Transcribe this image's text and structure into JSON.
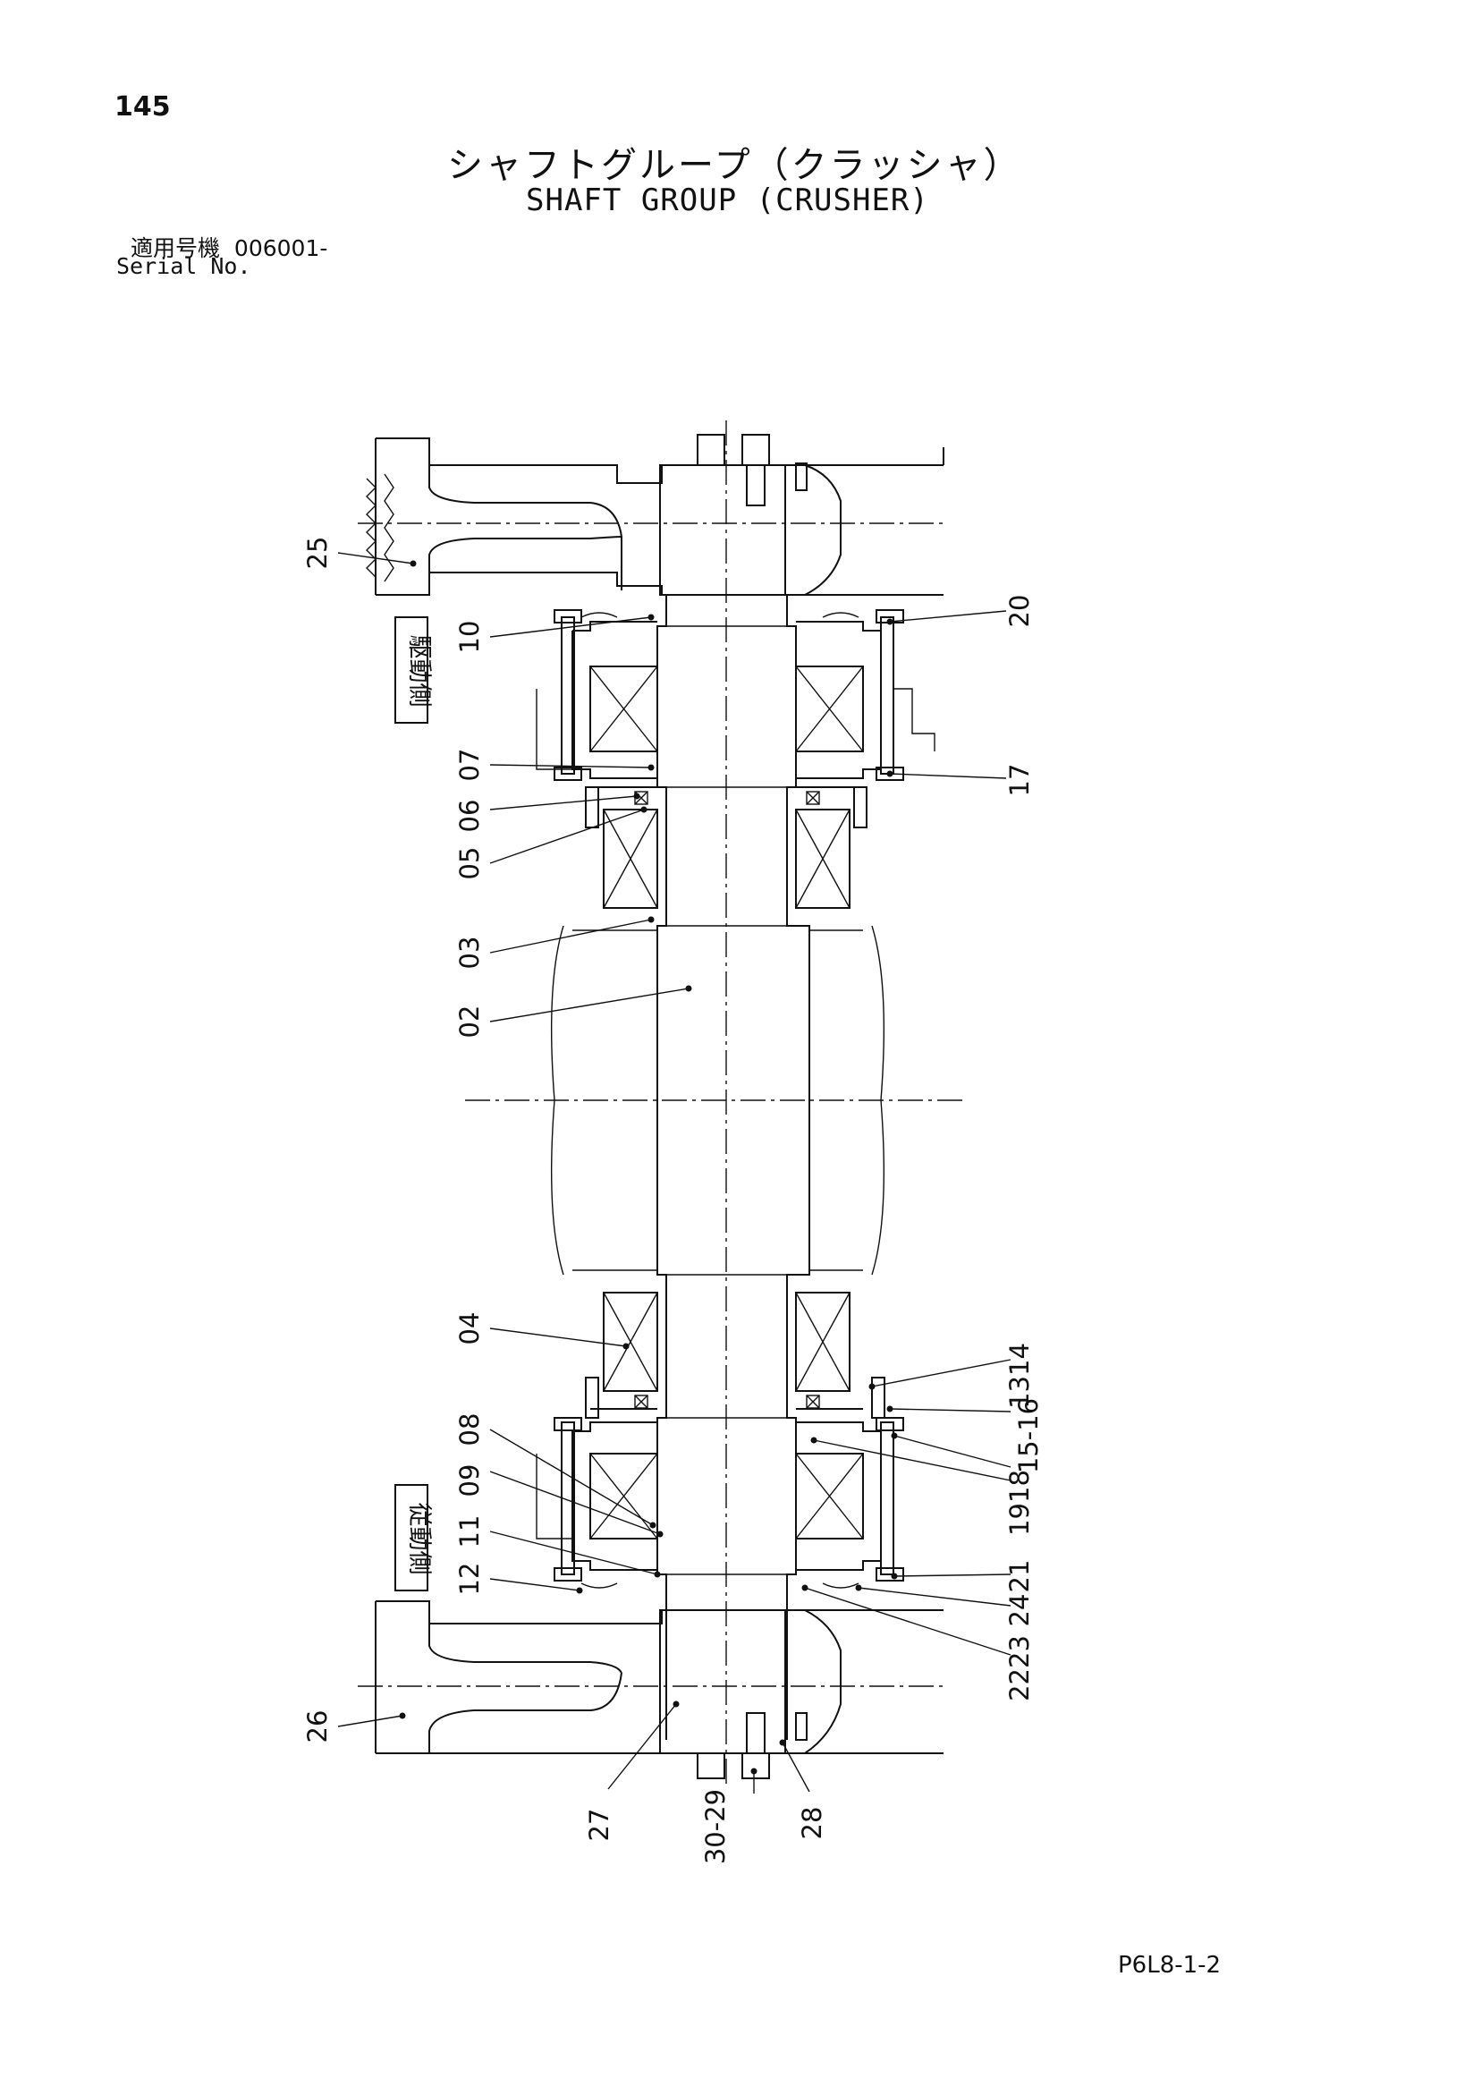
{
  "header": {
    "page_number": "145",
    "title_jp": "シャフトグループ（クラッシャ）",
    "title_en": "SHAFT GROUP (CRUSHER)",
    "serial_label_jp": "適用号機",
    "serial_value": "006001-",
    "serial_label_en": "Serial No."
  },
  "footer": {
    "doc_code": "P6L8-1-2"
  },
  "diagram": {
    "side_labels": {
      "drive_side": "駆動側",
      "driven_side": "従動側"
    },
    "part_labels": {
      "p25": "25",
      "p10": "10",
      "p07": "07",
      "p06": "06",
      "p05": "05",
      "p03": "03",
      "p02": "02",
      "p04": "04",
      "p08": "08",
      "p09": "09",
      "p11": "11",
      "p12": "12",
      "p26": "26",
      "p27": "27",
      "p30_29": "30-29",
      "p28": "28",
      "p20": "20",
      "p17": "17",
      "p13_14": "1314",
      "p15_16": "15-16",
      "p19_18": "1918",
      "p21": "21",
      "p24": "24",
      "p22_23": "2223"
    }
  }
}
